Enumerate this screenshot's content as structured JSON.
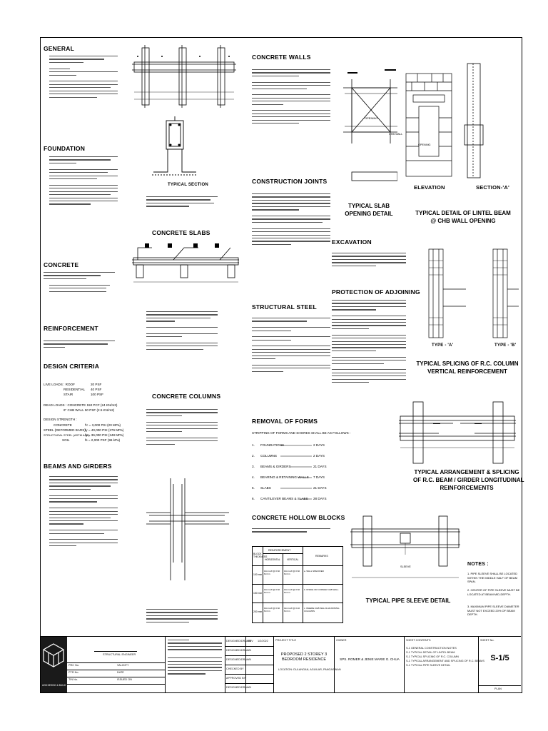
{
  "headings": {
    "general": "GENERAL",
    "foundation": "FOUNDATION",
    "concrete": "CONCRETE",
    "reinforcement": "REINFORCEMENT",
    "design_criteria": "DESIGN CRITERIA",
    "beams_girders": "BEAMS AND GIRDERS",
    "concrete_walls": "CONCRETE WALLS",
    "construction_joints": "CONSTRUCTION JOINTS",
    "structural_steel": "STRUCTURAL STEEL",
    "removal_of_forms": "REMOVAL OF FORMS",
    "concrete_hollow_blocks": "CONCRETE HOLLOW BLOCKS",
    "excavation": "EXCAVATION",
    "protection_adjoining": "PROTECTION OF ADJOINING",
    "concrete_slabs": "CONCRETE SLABS",
    "concrete_columns": "CONCRETE COLUMNS"
  },
  "detail_titles": {
    "typical_section": "TYPICAL SECTION",
    "slab_opening": "TYPICAL SLAB\nOPENING DETAIL",
    "elevation": "ELEVATION",
    "section_a": "SECTION-'A'",
    "lintel_beam": "TYPICAL DETAIL OF LINTEL BEAM\n@ CHB WALL OPENING",
    "column_splicing": "TYPICAL SPLICING OF R.C. COLUMN\nVERTICAL REINFORCEMENT",
    "type_a": "TYPE - 'A'",
    "type_b": "TYPE - 'B'",
    "beam_splicing": "TYPICAL ARRANGEMENT & SPLICING\nOF R.C. BEAM / GIRDER LONGITUDINAL\nREINFORCEMENTS",
    "pipe_sleeve": "TYPICAL PIPE SLEEVE DETAIL",
    "notes": "NOTES :"
  },
  "design_criteria": {
    "live_loads": [
      {
        "label": "LIVE LOADS :  ROOF",
        "value": "20 PSF"
      },
      {
        "label": "RESIDENTIAL",
        "value": "40 PSF"
      },
      {
        "label": "STAIR",
        "value": "100 PSF"
      }
    ],
    "dead_loads": "DEAD LOADS :  CONCRETE         150 PCF (24 KN/m3)",
    "chb": "6\" CHB WALL       50 PSF (2.5 KN/m2)",
    "design_strength": "DESIGN STRENGTH :",
    "strengths": [
      {
        "label": "CONCRETE",
        "value": "f'c = 3,000 PSI (20 MPa)"
      },
      {
        "label": "STEEL (DEFORMED BARS)",
        "value": "fy = 40,000 PSI (276 MPa)"
      },
      {
        "label": "STRUCTURAL STEEL (ASTM A-36)",
        "value": "fy = 36,000 PSI (248 MPa)"
      },
      {
        "label": "SOIL",
        "value": "fs = 2,000 PSF (96 kPa)"
      }
    ]
  },
  "removal_of_forms": {
    "intro": "STRIPPING OF FORMS AND SHORES SHALL BE AS FOLLOWS :",
    "items": [
      {
        "n": "1.",
        "item": "FOUNDATIONS",
        "days": "2  DAYS"
      },
      {
        "n": "2.",
        "item": "COLUMNS",
        "days": "2  DAYS"
      },
      {
        "n": "3.",
        "item": "BEAMS & GIRDERS",
        "days": "21  DAYS"
      },
      {
        "n": "4.",
        "item": "BEARING & RETAINING WALLS",
        "days": "7  DAYS"
      },
      {
        "n": "5.",
        "item": "SLABS",
        "days": "21  DAYS"
      },
      {
        "n": "6.",
        "item": "CANTILEVER BEAMS & SLABS",
        "days": "28  DAYS"
      }
    ]
  },
  "chb_table": {
    "head_block": "BLOCK\nTHICKNESS",
    "head_reinf": "REINFORCEMENT",
    "head_h": "HORIZONTAL",
    "head_v": "VERTICAL",
    "head_remarks": "REMARKS",
    "rows": [
      {
        "t": "100 mm",
        "h": "10mm Ø @ 0.60 M.O.C.",
        "v": "10mm Ø @ 0.60 M.O.C.",
        "r": "a. WALL SPECIFIED"
      },
      {
        "t": "150 mm",
        "h": "10mm Ø @ 0.60 M.O.C.",
        "v": "10mm Ø @ 0.60 M.O.C.",
        "r": "b. INSIDE OR CORNER CHB WALL"
      },
      {
        "t": "200 mm",
        "h": "10mm Ø @ 0.60 M.O.C.",
        "v": "12mm Ø @ 0.40 M.O.C.",
        "r": "c. WHERE CHB WALLS ADJOINING COLUMNS"
      }
    ]
  },
  "notes": [
    "1.  PIPE SLEEVE SHALL BE LOCATED WITHIN THE MIDDLE HALF OF BEAM SPAN.",
    "2.  CENTER OF PIPE SLEEVE MUST BE LOCATED AT BEAM MID-DEPTH.",
    "3.  MAXIMUM PIPE SLEEVE DIAMETER MUST NOT EXCEED 20% OF BEAM DEPTH."
  ],
  "drawing_labels": {
    "chb_wall": "CHB WALL",
    "opening": "OPENING",
    "sleeve": "SLEEVE",
    "a_marker": "A"
  },
  "title_block": {
    "firm": "AGB DESIGN & BUILD",
    "project_title_label": "PROJECT TITLE",
    "project_title": "PROPOSED 2 STOREY 3 BEDROOM RESIDENCE",
    "location": "LOCATION: DULANGAN, AGUILAR, PANGASINAN",
    "owner_label": "OWNER",
    "owner": "SPS. ROMER & JENIE MARIE G. CHUA",
    "sheet_contents_label": "SHEET CONTENTS",
    "sheet_contents": [
      "S-1 GENERAL CONSTRUCTION NOTES",
      "S-1 TYPICAL DETAIL OF LINTEL BEAM",
      "S-1 TYPICAL SPLICING OF R.C. COLUMN",
      "S-1 TYPICAL ARRANGEMENT AND SPLICING OF R.C. BEAMS",
      "S-1 TYPICAL PIPE SLEEVE DETAIL"
    ],
    "sheet_no_label": "SHEET No.",
    "sheet_no": "S-1/5",
    "plan_label": "PLAN",
    "design_rows": [
      "DESIGNED/DRAWN",
      "DESIGNED/DRAWN",
      "DESIGNED/DRAWN",
      "CHECKED BY",
      "APPROVED BY",
      "DESIGNED/DRAWN"
    ],
    "engineer_label": "STRUCTURAL ENGINEER",
    "prc_label": "PRC No.",
    "ptr_label": "PTR No.",
    "tin_label": "TIN No.",
    "date_label": "DATE",
    "valid_label": "VALIDITY",
    "issued_label": "ISSUED ON",
    "rev_label": "REV",
    "rev_date": "1/2/2022"
  }
}
